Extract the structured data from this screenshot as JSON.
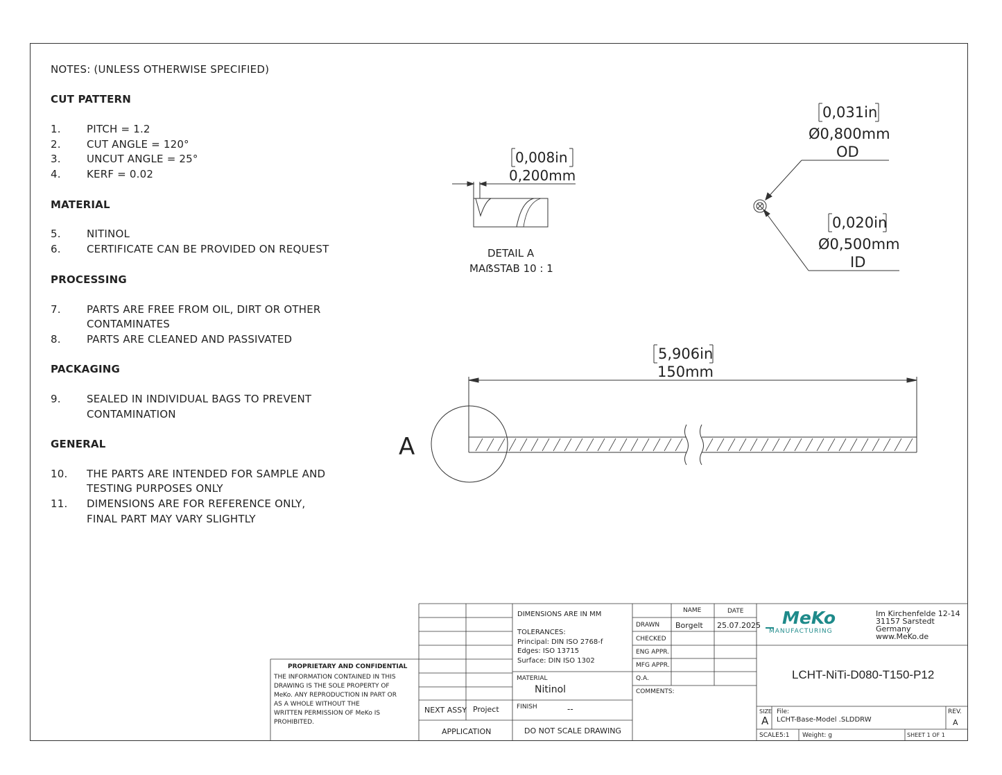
{
  "notes": {
    "title": "NOTES: (UNLESS OTHERWISE SPECIFIED)",
    "sections": [
      {
        "heading": "CUT PATTERN",
        "items": [
          {
            "num": "1.",
            "lines": [
              "PITCH = 1.2"
            ]
          },
          {
            "num": "2.",
            "lines": [
              "CUT ANGLE = 120°"
            ]
          },
          {
            "num": "3.",
            "lines": [
              "UNCUT ANGLE = 25°"
            ]
          },
          {
            "num": "4.",
            "lines": [
              "KERF = 0.02"
            ]
          }
        ]
      },
      {
        "heading": "MATERIAL",
        "items": [
          {
            "num": "5.",
            "lines": [
              "NITINOL"
            ]
          },
          {
            "num": "6.",
            "lines": [
              "CERTIFICATE CAN BE PROVIDED ON REQUEST"
            ]
          }
        ]
      },
      {
        "heading": "PROCESSING",
        "items": [
          {
            "num": "7.",
            "lines": [
              "PARTS ARE FREE FROM OIL, DIRT OR OTHER",
              "CONTAMINATES"
            ]
          },
          {
            "num": "8.",
            "lines": [
              "PARTS ARE CLEANED AND PASSIVATED"
            ]
          }
        ]
      },
      {
        "heading": "PACKAGING",
        "items": [
          {
            "num": "9.",
            "lines": [
              "SEALED IN INDIVIDUAL BAGS TO PREVENT",
              "CONTAMINATION"
            ]
          }
        ]
      },
      {
        "heading": "GENERAL",
        "items": [
          {
            "num": "10.",
            "lines": [
              "THE PARTS ARE INTENDED FOR SAMPLE AND",
              "TESTING PURPOSES ONLY"
            ]
          },
          {
            "num": "11.",
            "lines": [
              "DIMENSIONS ARE FOR REFERENCE ONLY,",
              "FINAL PART MAY VARY SLIGHTLY"
            ]
          }
        ]
      }
    ]
  },
  "detail": {
    "dim_in": "0,008in",
    "dim_mm": "0,200mm",
    "label": "DETAIL A",
    "scale": "MAẞSTAB 10 : 1"
  },
  "section_view": {
    "od_in": "0,031in",
    "od_mm": "0,800mm",
    "od_label": "OD",
    "id_in": "0,020in",
    "id_mm": "0,500mm",
    "id_label": "ID",
    "diameter_symbol": "Ø"
  },
  "main_view": {
    "len_in": "5,906in",
    "len_mm": "150mm",
    "detail_marker": "A"
  },
  "title_block": {
    "dimensions_note": "DIMENSIONS ARE IN MM",
    "tolerances_title": "TOLERANCES:",
    "tol_principal": "Principal: DIN ISO 2768-f",
    "tol_edges": "Edges: ISO 13715",
    "tol_surface": "Surface: DIN ISO 1302",
    "material_label": "MATERIAL",
    "material_value": "Nitinol",
    "finish_label": "FINISH",
    "finish_value": "--",
    "next_assy": "NEXT ASSY",
    "project": "Project",
    "application": "APPLICATION",
    "do_not_scale": "DO  NOT  SCALE  DRAWING",
    "col_name": "NAME",
    "col_date": "DATE",
    "drawn_label": "DRAWN",
    "drawn_name": "Borgelt",
    "drawn_date": "25.07.2025",
    "checked": "CHECKED",
    "eng_appr": "ENG APPR.",
    "mfg_appr": "MFG APPR.",
    "qa": "Q.A.",
    "comments": "COMMENTS:",
    "company_logo": "MeKo",
    "company_sub": "MANUFACTURING",
    "address": [
      "Im Kirchenfelde 12-14",
      "31157 Sarstedt",
      "Germany",
      "www.MeKo.de"
    ],
    "part_number": "LCHT-NiTi-D080-T150-P12",
    "size_label": "SIZE",
    "size_value": "A",
    "file_label": "File:",
    "file_value": "LCHT-Base-Model .SLDDRW",
    "rev_label": "REV.",
    "rev_value": "A",
    "scale_label": "SCALE:",
    "scale_value": "5:1",
    "weight": "Weight: g",
    "sheet": "SHEET 1 OF 1",
    "proprietary_title": "PROPRIETARY AND CONFIDENTIAL",
    "proprietary_lines": [
      "THE INFORMATION CONTAINED IN THIS",
      "DRAWING IS THE SOLE PROPERTY OF",
      "MeKo.  ANY REPRODUCTION IN PART OR",
      "AS A WHOLE WITHOUT THE",
      "WRITTEN PERMISSION OF MeKo IS",
      "PROHIBITED."
    ]
  },
  "colors": {
    "logo": "#1e8a8a",
    "line": "#333333"
  }
}
